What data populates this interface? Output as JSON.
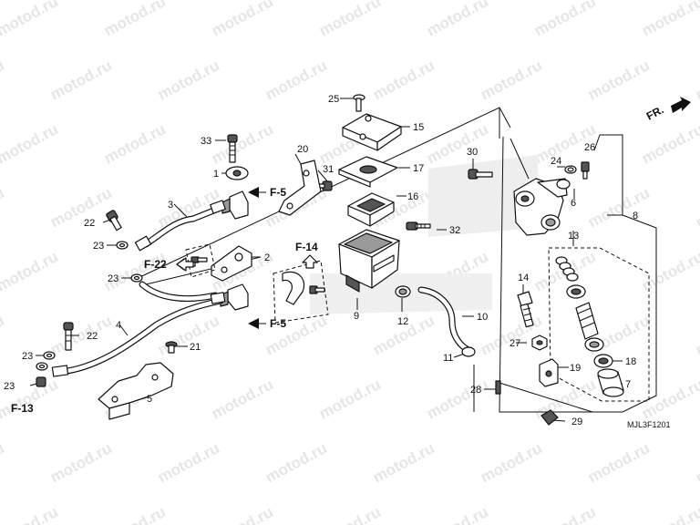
{
  "watermark": "motod.ru",
  "direction_label": "FR.",
  "diagram_code": "MJL3F1201",
  "callouts": {
    "c1": "1",
    "c2": "2",
    "c3": "3",
    "c4": "4",
    "c5": "5",
    "c6": "6",
    "c7": "7",
    "c8": "8",
    "c9": "9",
    "c10": "10",
    "c11": "11",
    "c12": "12",
    "c13": "13",
    "c14": "14",
    "c15": "15",
    "c16": "16",
    "c17": "17",
    "c18": "18",
    "c19": "19",
    "c20": "20",
    "c21": "21",
    "c22a": "22",
    "c22b": "22",
    "c23a": "23",
    "c23b": "23",
    "c23c": "23",
    "c23d": "23",
    "c24": "24",
    "c25": "25",
    "c26": "26",
    "c27": "27",
    "c28": "28",
    "c29": "29",
    "c30": "30",
    "c31": "31",
    "c32": "32",
    "c33": "33"
  },
  "refs": {
    "f5a": "F-5",
    "f5b": "F-5",
    "f13": "F-13",
    "f14": "F-14",
    "f22": "F-22"
  },
  "colors": {
    "line": "#111111",
    "watermark": "#e6e6e6",
    "shade": "#9a9a9a"
  }
}
